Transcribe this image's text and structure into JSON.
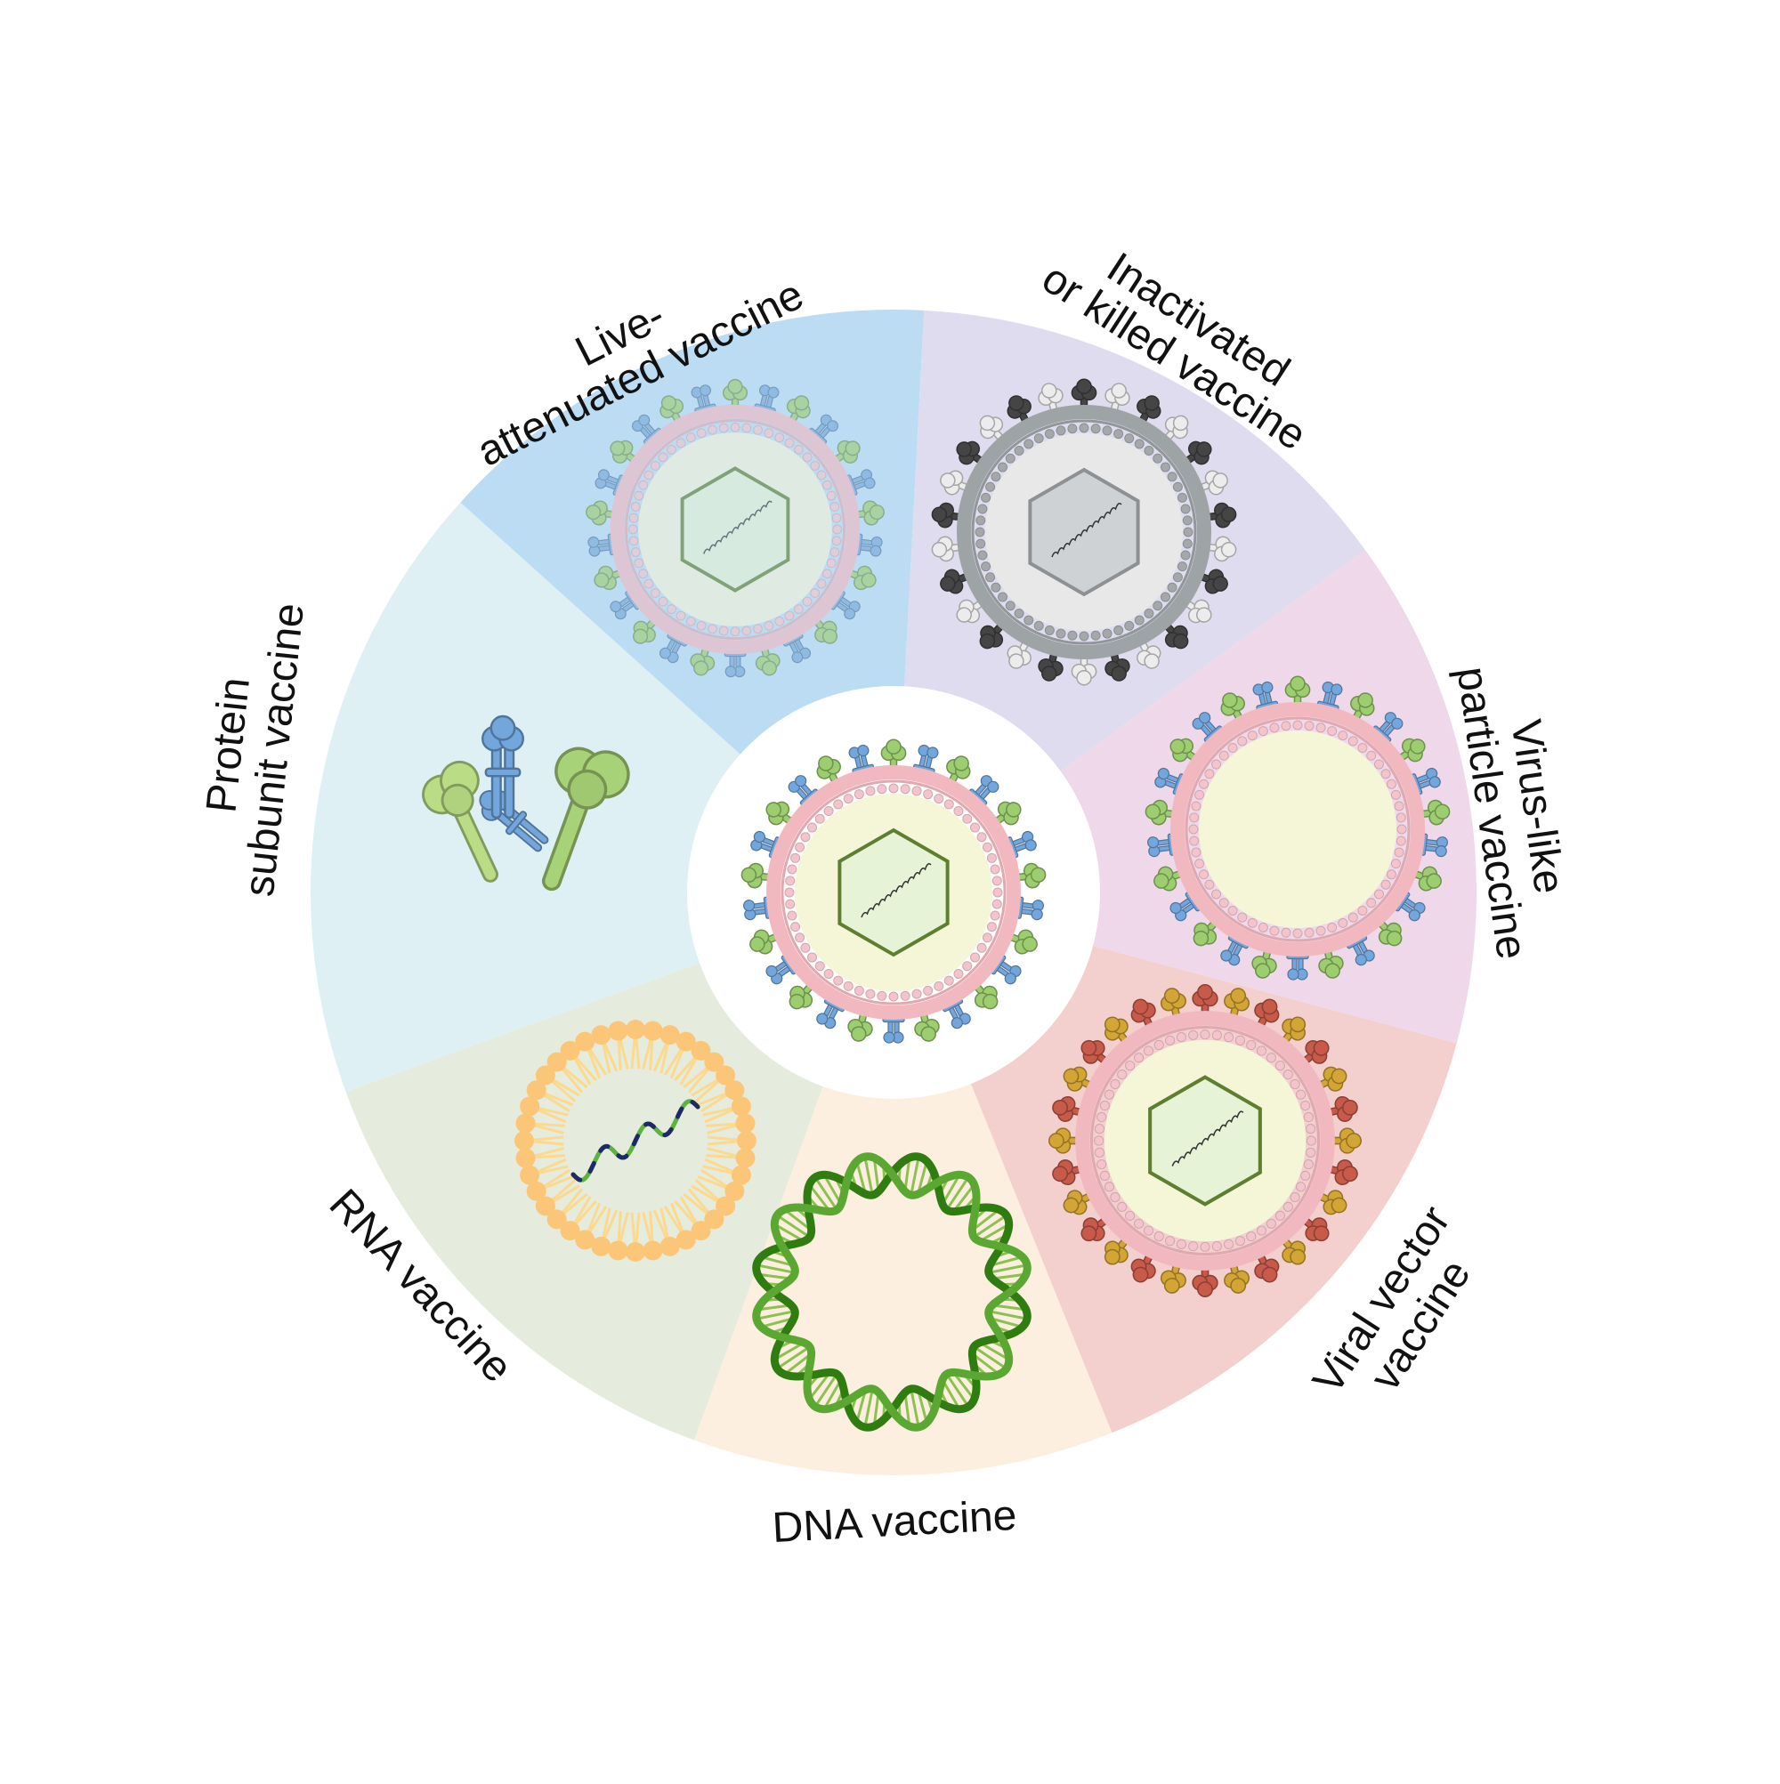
{
  "diagram": {
    "segments": [
      {
        "id": "live",
        "label_lines": [
          "Live-",
          "attenuated vaccine"
        ],
        "color": "#bcdcf3",
        "icon": "virus-icon"
      },
      {
        "id": "inactivated",
        "label_lines": [
          "Inactivated",
          "or killed vaccine"
        ],
        "color": "#dedcee",
        "icon": "inactivated-virus-icon"
      },
      {
        "id": "vlp",
        "label_lines": [
          "Virus-like",
          "particle vaccine"
        ],
        "color": "#efd8e9",
        "icon": "virus-like-particle-icon"
      },
      {
        "id": "viral-vector",
        "label_lines": [
          "Viral vector",
          "vaccine"
        ],
        "color": "#f3cfcd",
        "icon": "viral-vector-icon"
      },
      {
        "id": "dna",
        "label_lines": [
          "DNA vaccine"
        ],
        "color": "#fcefdf",
        "icon": "dna-plasmid-icon"
      },
      {
        "id": "rna",
        "label_lines": [
          "RNA vaccine"
        ],
        "color": "#e5ecdd",
        "icon": "lipid-nanoparticle-icon"
      },
      {
        "id": "protein",
        "label_lines": [
          "Protein",
          "subunit vaccine"
        ],
        "color": "#def0f4",
        "icon": "protein-subunit-icon"
      }
    ],
    "center_icon": "virus-icon",
    "colors": {
      "spike_green": "#9ccd6e",
      "spike_blue": "#72a6dc",
      "spike_dark": "#454545",
      "spike_light": "#ececec",
      "spike_red": "#c85a4a",
      "spike_gold": "#d3a535",
      "membrane_pink": "#f2b8c0",
      "capsid_green": "#5e7f2f",
      "lipid_orange": "#fbc678",
      "dna_green": "#3d8f1a"
    }
  }
}
